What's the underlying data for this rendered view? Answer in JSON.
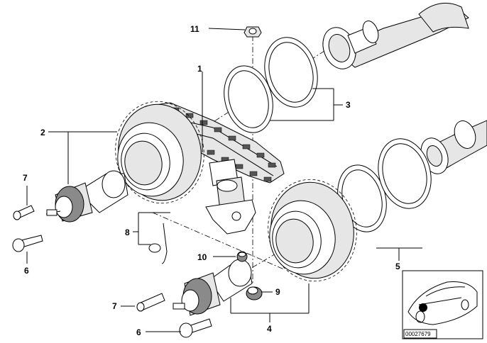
{
  "callouts": {
    "c1": "1",
    "c2": "2",
    "c3": "3",
    "c4": "4",
    "c5": "5",
    "c6a": "6",
    "c6b": "6",
    "c7a": "7",
    "c7b": "7",
    "c8": "8",
    "c9": "9",
    "c10": "10",
    "c11": "11"
  },
  "inset": {
    "reference": "00027679"
  }
}
